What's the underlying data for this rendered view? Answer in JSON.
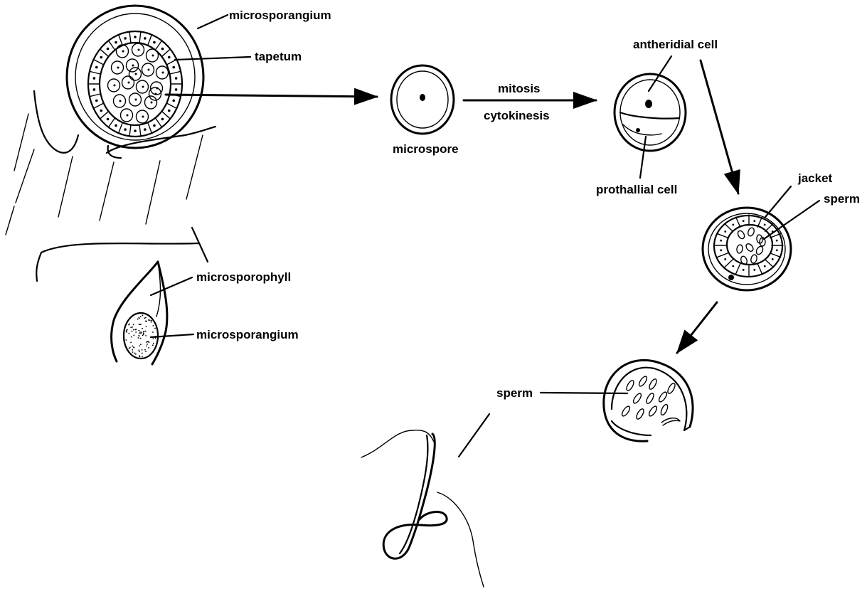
{
  "labels": {
    "microsporangium_top": "microsporangium",
    "tapetum": "tapetum",
    "microspore": "microspore",
    "mitosis": "mitosis",
    "cytokinesis": "cytokinesis",
    "antheridial_cell": "antheridial cell",
    "prothallial_cell": "prothallial cell",
    "jacket": "jacket",
    "sperm_antheridium": "sperm",
    "microsporophyll": "microsporophyll",
    "microsporangium_bottom": "microsporangium",
    "sperm_released": "sperm"
  },
  "colors": {
    "ink": "#000000",
    "background": "#ffffff"
  }
}
